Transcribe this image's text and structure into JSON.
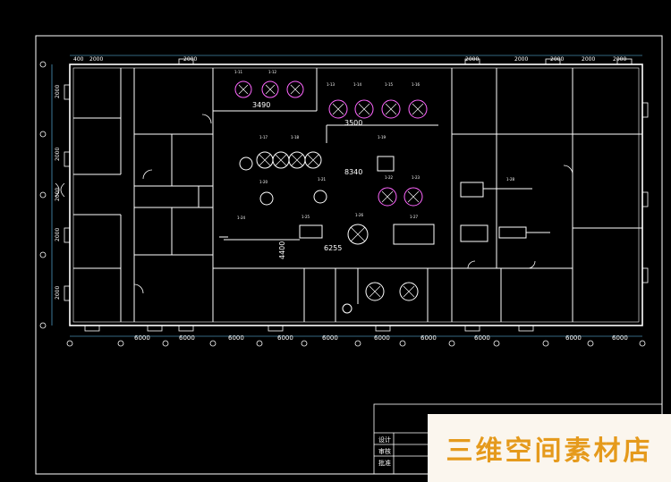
{
  "dimensions": {
    "top": [
      "400",
      "2000",
      "2000",
      "2000",
      "2000",
      "2000",
      "2000",
      "2000"
    ],
    "bottom": [
      "6000",
      "6000",
      "6000",
      "6000",
      "6000",
      "6000",
      "6000",
      "6000",
      "6000",
      "6000"
    ],
    "left": [
      "2000",
      "2000",
      "2000",
      "2000",
      "2000"
    ],
    "interior": [
      "3490",
      "3500",
      "8340",
      "6255",
      "4400"
    ]
  },
  "equipment_tags": [
    "1-11",
    "1-12",
    "1-13",
    "1-14",
    "1-15",
    "1-16",
    "1-17",
    "1-18",
    "1-19",
    "1-20",
    "1-21",
    "1-22",
    "1-23",
    "1-24",
    "1-25",
    "1-26",
    "1-27",
    "1-28"
  ],
  "title_block": {
    "rows": [
      "设计",
      "审核",
      "批准"
    ]
  },
  "watermark": {
    "text": "三维空间素材店",
    "color": "#e59a1c"
  },
  "colors": {
    "background": "#000000",
    "lines": "#ffffff",
    "accent": "#ff66ff",
    "axis": "#66ccff"
  }
}
